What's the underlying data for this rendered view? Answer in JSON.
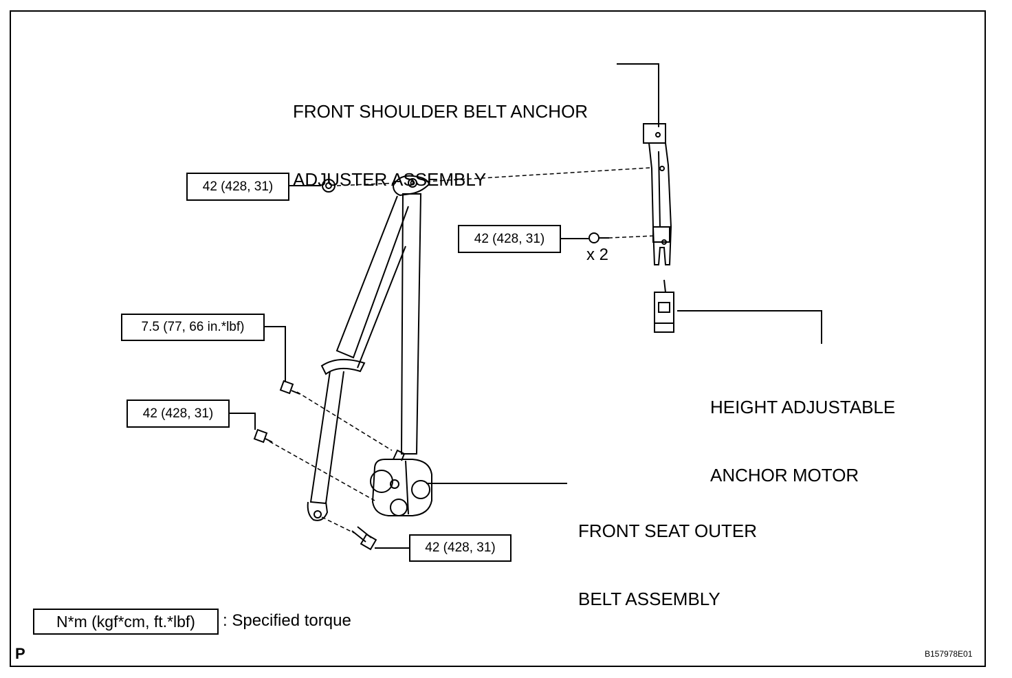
{
  "labels": {
    "shoulder_anchor_line1": "FRONT SHOULDER BELT ANCHOR",
    "shoulder_anchor_line2": "ADJUSTER ASSEMBLY",
    "height_motor_line1": "HEIGHT ADJUSTABLE",
    "height_motor_line2": "ANCHOR MOTOR",
    "outer_belt_line1": "FRONT SEAT OUTER",
    "outer_belt_line2": "BELT ASSEMBLY",
    "multiplier": "x 2"
  },
  "torques": {
    "upper_anchor": "42 (428, 31)",
    "adjuster_bolts": "42 (428, 31)",
    "guide_bolt": "7.5 (77, 66 in.*lbf)",
    "retractor_bolt": "42 (428, 31)",
    "lower_anchor": "42 (428, 31)"
  },
  "legend": {
    "unit_box": "N*m (kgf*cm, ft.*lbf)",
    "description": ": Specified torque"
  },
  "footer": {
    "page_mark": "P",
    "figure_id": "B157978E01"
  }
}
